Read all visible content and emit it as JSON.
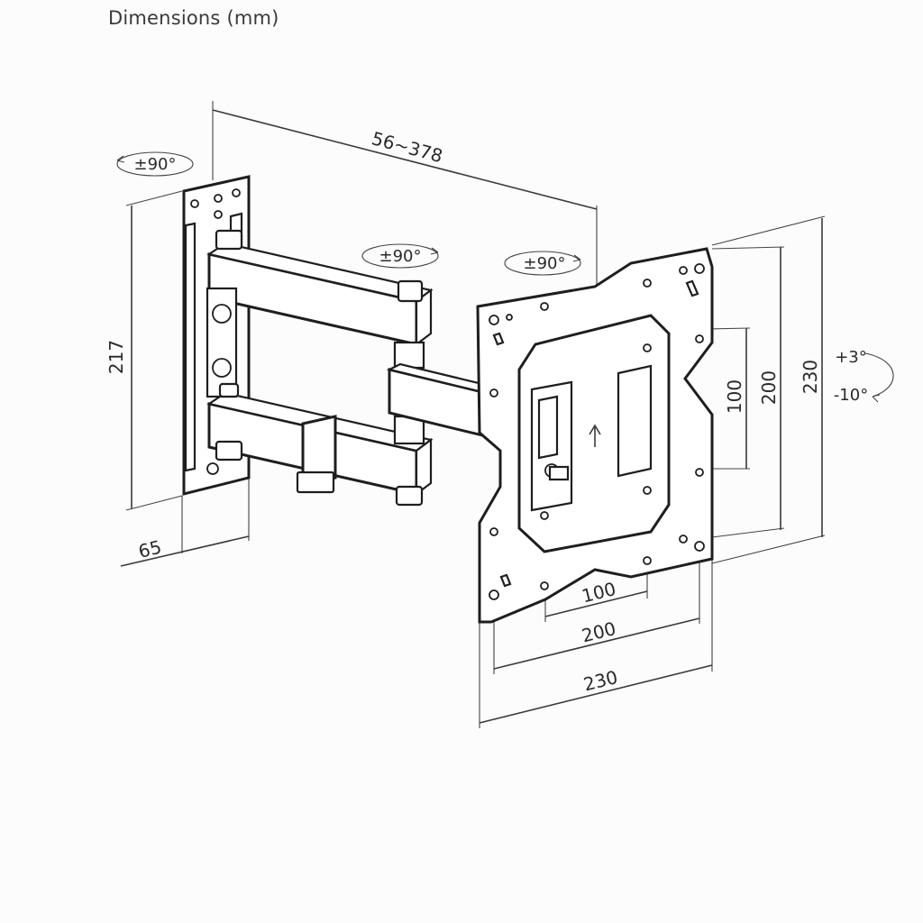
{
  "title": "Dimensions (mm)",
  "dimensions": {
    "arm_extension": "56~378",
    "wall_plate_height": "217",
    "wall_plate_depth": "65",
    "vesa_vertical_small": "100",
    "vesa_vertical_medium": "200",
    "vesa_vertical_large": "230",
    "vesa_horizontal_small": "100",
    "vesa_horizontal_medium": "200",
    "vesa_horizontal_large": "230"
  },
  "angles": {
    "wall_swivel": "±90°",
    "arm_swivel": "±90°",
    "head_swivel": "±90°",
    "tilt_up": "+3°",
    "tilt_down": "-10°"
  }
}
